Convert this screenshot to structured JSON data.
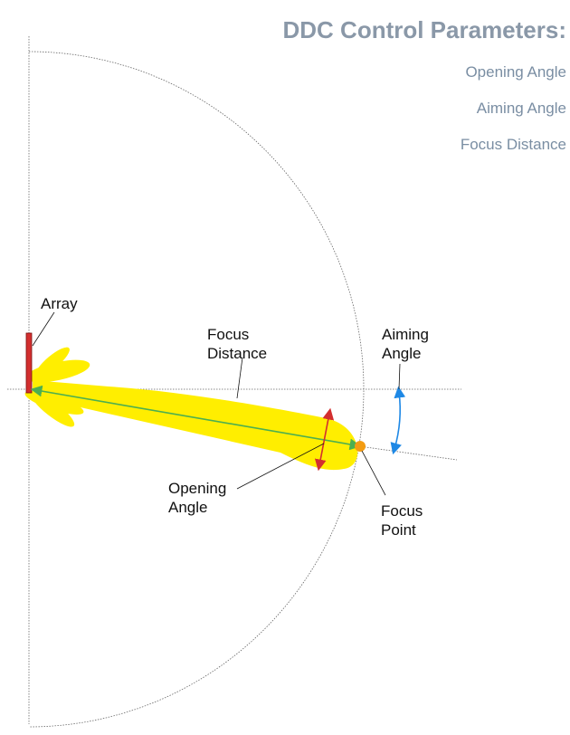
{
  "header": {
    "title": "DDC Control Parameters:",
    "params": [
      "Opening Angle",
      "Aiming Angle",
      "Focus Distance"
    ]
  },
  "labels": {
    "array": "Array",
    "focus_distance": [
      "Focus",
      "Distance"
    ],
    "aiming_angle": [
      "Aiming",
      "Angle"
    ],
    "opening_angle": [
      "Opening",
      "Angle"
    ],
    "focus_point": [
      "Focus",
      "Point"
    ]
  },
  "colors": {
    "beam": "#ffee00",
    "array": "#d32f2f",
    "focus_line": "#4caf50",
    "opening_arrow": "#d32f2f",
    "aiming_arrow": "#1e88e5",
    "focus_point": "#f39c12",
    "title": "#8a98a8",
    "params": "#7a8ea3"
  }
}
